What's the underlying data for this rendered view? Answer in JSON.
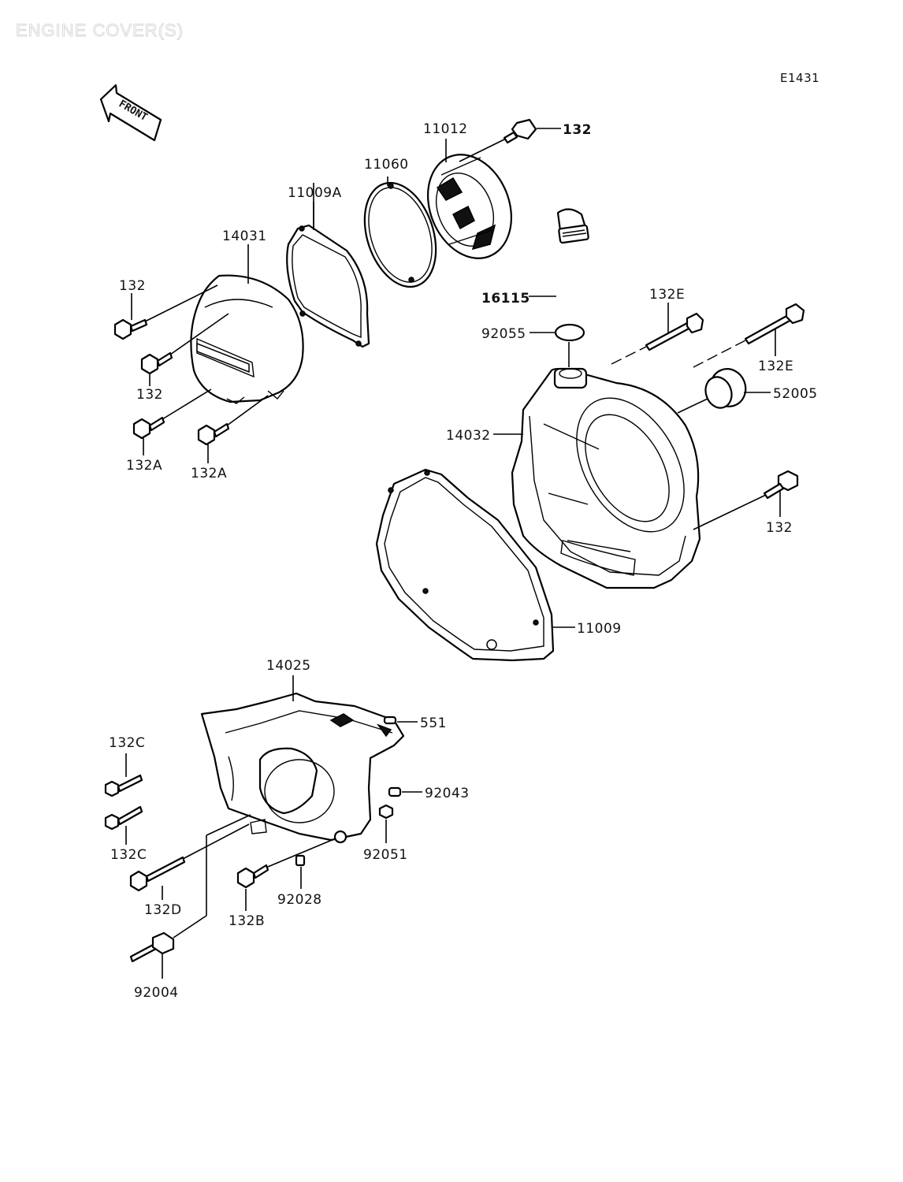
{
  "watermark": "ENGINE COVER(S)",
  "diagram_code": "E1431",
  "front_arrow": "FRONT",
  "labels": {
    "p11012": "11012",
    "p132_top": "132",
    "p11060": "11060",
    "p11009A": "11009A",
    "p14031": "14031",
    "p132_a": "132",
    "p132_b": "132",
    "p132A_1": "132A",
    "p132A_2": "132A",
    "p16115": "16115",
    "p92055": "92055",
    "p132E_1": "132E",
    "p132E_2": "132E",
    "p52005": "52005",
    "p14032": "14032",
    "p132_c": "132",
    "p11009": "11009",
    "p14025": "14025",
    "p551": "551",
    "p132C_1": "132C",
    "p132C_2": "132C",
    "p92043": "92043",
    "p92051": "92051",
    "p132D": "132D",
    "p132B": "132B",
    "p92028": "92028",
    "p92004": "92004"
  }
}
